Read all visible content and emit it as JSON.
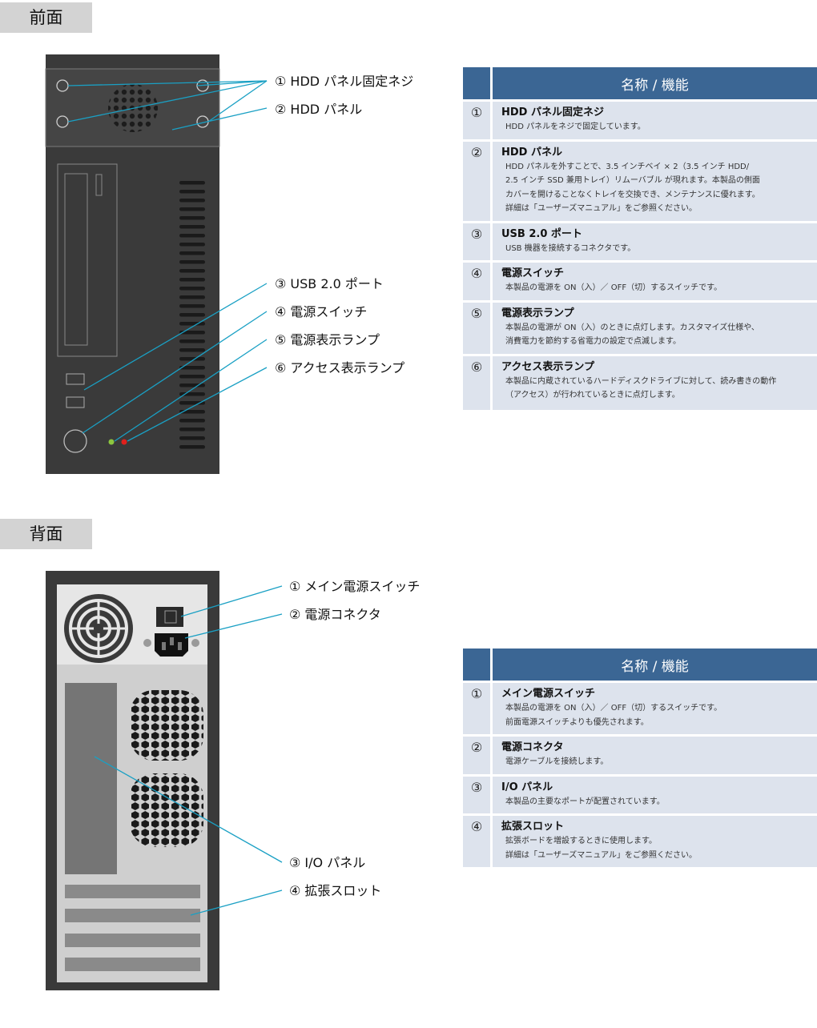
{
  "front": {
    "label": "前面",
    "callouts": [
      "① HDD パネル固定ネジ",
      "② HDD パネル",
      "③ USB 2.0 ポート",
      "④ 電源スイッチ",
      "⑤ 電源表示ランプ",
      "⑥ アクセス表示ランプ"
    ],
    "table": {
      "header": "名称 / 機能",
      "rows": [
        {
          "num": "①",
          "title": "HDD パネル固定ネジ",
          "text": "HDD パネルをネジで固定しています。"
        },
        {
          "num": "②",
          "title": "HDD パネル",
          "text": "HDD パネルを外すことで、3.5 インチベイ × 2（3.5 インチ HDD/\n2.5 インチ SSD 兼用トレイ）リムーバブル が現れます。本製品の側面\nカバーを開けることなくトレイを交換でき、メンテナンスに優れます。\n詳細は「ユーザーズマニュアル」をご参照ください。"
        },
        {
          "num": "③",
          "title": "USB 2.0 ポート",
          "text": "USB 機器を接続するコネクタです。"
        },
        {
          "num": "④",
          "title": "電源スイッチ",
          "text": "本製品の電源を ON（入）／ OFF（切）するスイッチです。"
        },
        {
          "num": "⑤",
          "title": "電源表示ランプ",
          "text": "本製品の電源が ON（入）のときに点灯します。カスタマイズ仕様や、\n消費電力を節約する省電力の設定で点滅します。"
        },
        {
          "num": "⑥",
          "title": "アクセス表示ランプ",
          "text": "本製品に内蔵されているハードディスクドライブに対して、読み書きの動作\n（アクセス）が行われているときに点灯します。"
        }
      ]
    }
  },
  "back": {
    "label": "背面",
    "callouts": [
      "① メイン電源スイッチ",
      "② 電源コネクタ",
      "③ I/O パネル",
      "④ 拡張スロット"
    ],
    "table": {
      "header": "名称 / 機能",
      "rows": [
        {
          "num": "①",
          "title": "メイン電源スイッチ",
          "text": "本製品の電源を ON（入）／ OFF（切）するスイッチです。\n前面電源スイッチよりも優先されます。"
        },
        {
          "num": "②",
          "title": "電源コネクタ",
          "text": "電源ケーブルを接続します。"
        },
        {
          "num": "③",
          "title": "I/O パネル",
          "text": "本製品の主要なポートが配置されています。"
        },
        {
          "num": "④",
          "title": "拡張スロット",
          "text": "拡張ボードを増設するときに使用します。\n詳細は「ユーザーズマニュアル」をご参照ください。"
        }
      ]
    }
  },
  "colors": {
    "leader_line": "#1aa0c4",
    "table_header": "#3b6694",
    "table_body": "#dde3ed",
    "case_body": "#3a3a3a",
    "power_led": "#8cc63f",
    "access_led": "#e0201c"
  }
}
